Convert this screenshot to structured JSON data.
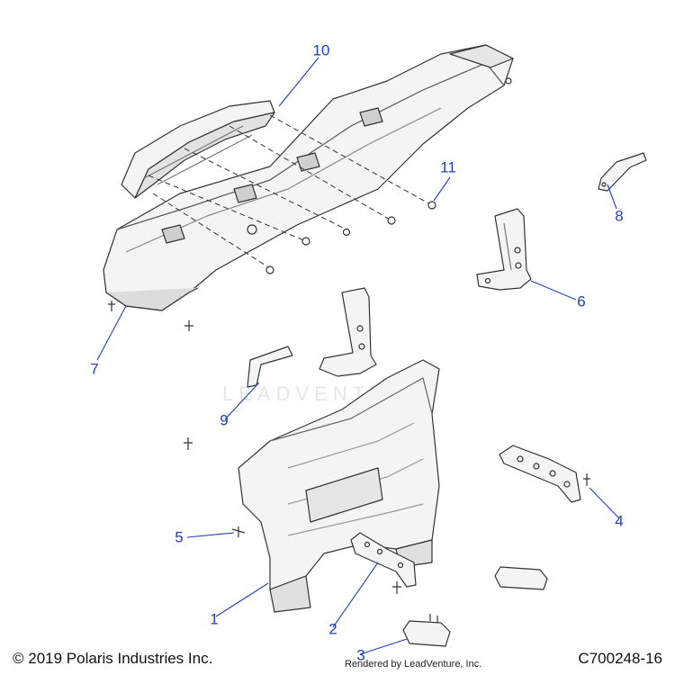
{
  "callouts": [
    {
      "label": "1"
    },
    {
      "label": "2"
    },
    {
      "label": "3"
    },
    {
      "label": "4"
    },
    {
      "label": "5"
    },
    {
      "label": "6"
    },
    {
      "label": "7"
    },
    {
      "label": "8"
    },
    {
      "label": "9"
    },
    {
      "label": "10"
    },
    {
      "label": "11"
    }
  ],
  "footer": {
    "copyright": "© 2019 Polaris Industries Inc.",
    "rendered_by": "Rendered by LeadVenture, Inc.",
    "diagram_id": "C700248-16"
  },
  "watermark": {
    "text": "LEADVENTURE"
  },
  "colors": {
    "callout": "#1f3fbf",
    "line": "#1f3fbf",
    "part_stroke": "#333333",
    "part_fill": "#f4f4f4",
    "part_shade": "#d9d9d9"
  }
}
